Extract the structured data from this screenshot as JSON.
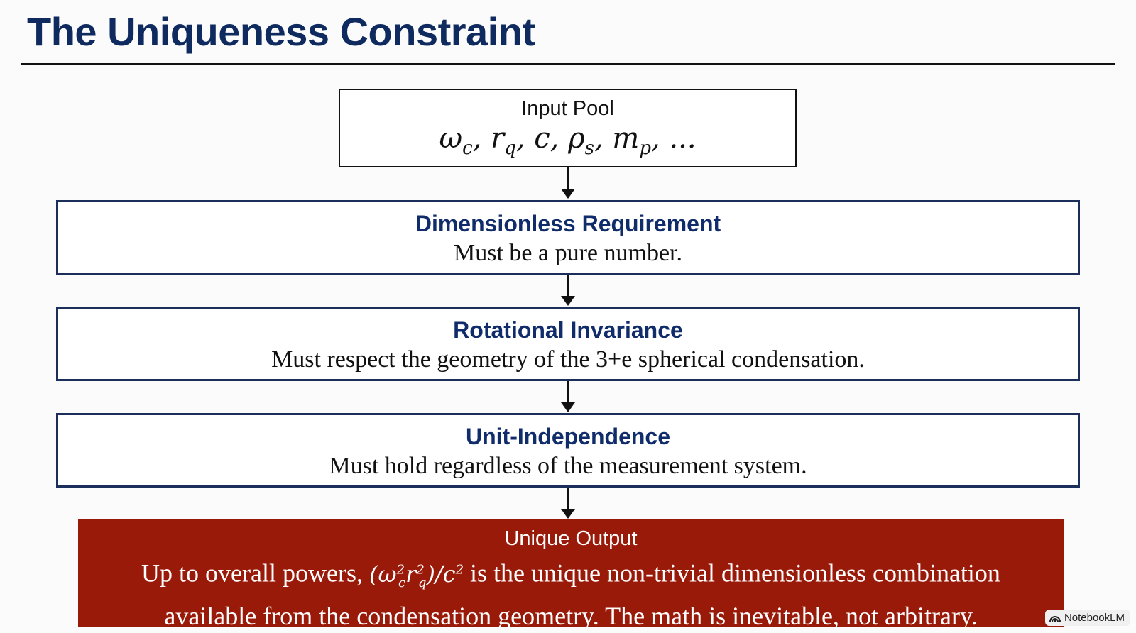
{
  "header": {
    "title": "The Uniqueness Constraint"
  },
  "input": {
    "label": "Input Pool",
    "formula": "ω_c, r_q, c, ρ_s, m_p, ..."
  },
  "requirements": [
    {
      "title": "Dimensionless Requirement",
      "description": "Must be a pure number."
    },
    {
      "title": "Rotational Invariance",
      "description": "Must respect the geometry of the 3+e spherical condensation."
    },
    {
      "title": "Unit-Independence",
      "description": "Must hold regardless of the measurement system."
    }
  ],
  "output": {
    "title": "Unique Output",
    "line1_pre": "Up to overall powers, ",
    "formula": "(ω_c² r_q²)/c²",
    "line1_post": " is the unique non-trivial dimensionless combination",
    "line2": "available from the condensation geometry.  The math is inevitable, not arbitrary."
  },
  "watermark": {
    "label": "NotebookLM",
    "icon": "notebooklm-logo-icon"
  },
  "colors": {
    "title": "#0f2a5e",
    "box_border": "#1c2f5a",
    "output_bg": "#9a1a0a"
  }
}
